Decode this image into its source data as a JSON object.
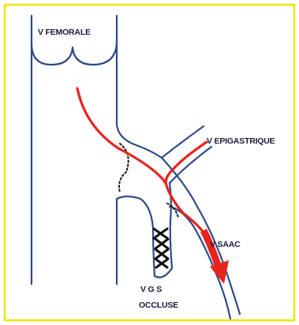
{
  "colors": {
    "frame": "#f2e600",
    "vessel": "#2d4a86",
    "catheter": "#e8231e",
    "valve": "#111111",
    "occlusion": "#111111",
    "text": "#1a1a3a"
  },
  "labels": {
    "femoral_vein": "V FEMORALE",
    "epigastric_vein": "V EPIGASTRIQUE",
    "saac_vein": "V SAAC",
    "gsv_line1": "V G S",
    "gsv_line2": "OCCLUSE"
  }
}
